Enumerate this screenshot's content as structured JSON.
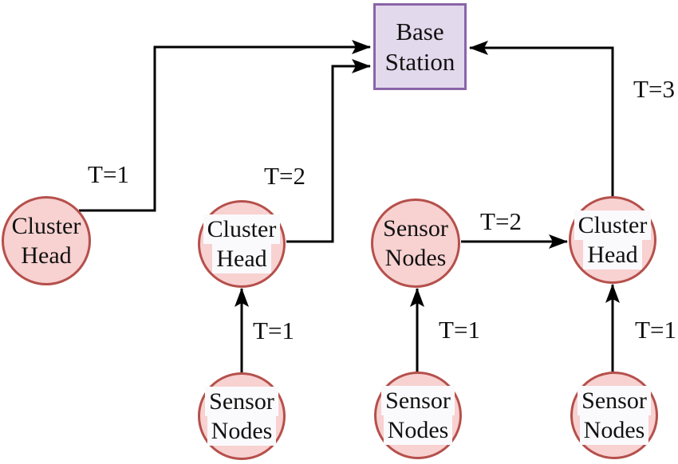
{
  "diagram_type": "wireless-sensor-network-topology",
  "nodes": {
    "base_station": {
      "line1": "Base",
      "line2": "Station"
    },
    "cluster_head_left": {
      "line1": "Cluster",
      "line2": "Head"
    },
    "cluster_head_mid": {
      "line1": "Cluster",
      "line2": "Head"
    },
    "sensor_nodes_mid": {
      "line1": "Sensor",
      "line2": "Nodes"
    },
    "cluster_head_right": {
      "line1": "Cluster",
      "line2": "Head"
    },
    "sensor_nodes_bottom_left": {
      "line1": "Sensor",
      "line2": "Nodes"
    },
    "sensor_nodes_bottom_mid": {
      "line1": "Sensor",
      "line2": "Nodes"
    },
    "sensor_nodes_bottom_right": {
      "line1": "Sensor",
      "line2": "Nodes"
    }
  },
  "edge_labels": {
    "cluster_head_left_to_base": "T=1",
    "cluster_head_mid_to_base": "T=2",
    "cluster_head_right_to_base": "T=3",
    "sensor_nodes_mid_to_cluster_head_right": "T=2",
    "sensor_bottom_left_to_cluster_head_mid": "T=1",
    "sensor_bottom_mid_to_sensor_nodes_mid": "T=1",
    "sensor_bottom_right_to_cluster_head_right": "T=1"
  },
  "colors": {
    "node_fill": "#f8d1d1",
    "node_border": "#b5504b",
    "base_station_fill": "#e3d9ec",
    "base_station_border": "#8a64a8",
    "edge_color": "#000000",
    "text_label_background": "#fafafc",
    "background": "#ffffff",
    "text": "#111111"
  }
}
